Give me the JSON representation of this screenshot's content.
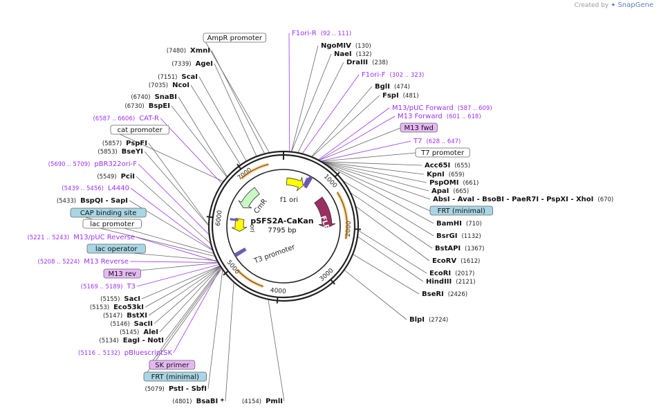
{
  "branding": {
    "created_by": "Created by",
    "app_name": "SnapGene"
  },
  "plasmid": {
    "name": "pSFS2A-CaKan",
    "size_label": "7795 bp",
    "length": 7795
  },
  "colors": {
    "site_line": "#555555",
    "primer": "#9b30ff",
    "feature_purple_fill": "#e6b8f5",
    "feature_blue_fill": "#a9d6e5",
    "cmr": "#c8f7c5",
    "yellow": "#ffff00",
    "flp": "#9c2f62",
    "orange_arc": "#f0a830"
  },
  "ticks": [
    {
      "label": "1000",
      "pos": 1000
    },
    {
      "label": "2000",
      "pos": 2000
    },
    {
      "label": "3000",
      "pos": 3000
    },
    {
      "label": "4000",
      "pos": 4000
    },
    {
      "label": "5000",
      "pos": 5000
    },
    {
      "label": "6000",
      "pos": 6000
    },
    {
      "label": "7000",
      "pos": 7000
    }
  ],
  "inner_features": [
    {
      "label": "CmR",
      "start": 6880,
      "end": 6300,
      "type": "cmr"
    },
    {
      "label": "f1 ori",
      "start": 130,
      "end": 560,
      "type": "yellow"
    },
    {
      "label": "FLP",
      "start": 1150,
      "end": 2050,
      "type": "flp"
    },
    {
      "label": "T3 promoter",
      "start": 5200,
      "end": 4700,
      "type": "text"
    },
    {
      "label": "ori",
      "start": 6000,
      "end": 5500,
      "type": "yellow"
    }
  ],
  "arcs": [
    {
      "start": 6900,
      "end": 7500
    },
    {
      "start": 1250,
      "end": 2200
    },
    {
      "start": 4300,
      "end": 4900
    }
  ],
  "labels": [
    {
      "kind": "box",
      "text": "AmpR promoter",
      "pos": 7560
    },
    {
      "kind": "site",
      "name": "XmnI",
      "coord": "(7480)",
      "pos": 7480
    },
    {
      "kind": "site",
      "name": "AgeI",
      "coord": "(7339)",
      "pos": 7339
    },
    {
      "kind": "site",
      "name": "ScaI",
      "coord": "(7151)",
      "pos": 7151
    },
    {
      "kind": "site",
      "name": "NcoI",
      "coord": "(7035)",
      "pos": 7035
    },
    {
      "kind": "site",
      "name": "SnaBI",
      "coord": "(6740)",
      "pos": 6740
    },
    {
      "kind": "site",
      "name": "BspEI",
      "coord": "(6730)",
      "pos": 6730
    },
    {
      "kind": "primer",
      "name": "CAT-R",
      "coord": "(6587 .. 6606)",
      "pos": 6596
    },
    {
      "kind": "box",
      "text": "cat promoter",
      "pos": 6640
    },
    {
      "kind": "site",
      "name": "PspFI",
      "coord": "(5857)",
      "pos": 5857
    },
    {
      "kind": "site",
      "name": "BseYI",
      "coord": "(5853)",
      "pos": 5853
    },
    {
      "kind": "primer",
      "name": "pBR322ori-F",
      "coord": "(5690 .. 5709)",
      "pos": 5700
    },
    {
      "kind": "site",
      "name": "PciI",
      "coord": "(5549)",
      "pos": 5549
    },
    {
      "kind": "primer",
      "name": "L4440",
      "coord": "(5439 .. 5456)",
      "pos": 5447
    },
    {
      "kind": "site",
      "name": "BspQI  - SapI",
      "coord": "(5433)",
      "pos": 5433
    },
    {
      "kind": "box_blue",
      "text": "CAP binding site",
      "pos": 5380
    },
    {
      "kind": "box",
      "text": "lac promoter",
      "pos": 5330
    },
    {
      "kind": "primer",
      "name": "M13/pUC Reverse",
      "coord": "(5221 .. 5243)",
      "pos": 5232
    },
    {
      "kind": "box_blue",
      "text": "lac operator",
      "pos": 5250
    },
    {
      "kind": "primer",
      "name": "M13 Reverse",
      "coord": "(5208 .. 5224)",
      "pos": 5216
    },
    {
      "kind": "box_purple",
      "text": "M13 rev",
      "pos": 5210
    },
    {
      "kind": "primer",
      "name": "T3",
      "coord": "(5169 .. 5189)",
      "pos": 5179
    },
    {
      "kind": "site",
      "name": "SacI",
      "coord": "(5155)",
      "pos": 5155
    },
    {
      "kind": "site",
      "name": "Eco53kI",
      "coord": "(5153)",
      "pos": 5153
    },
    {
      "kind": "site",
      "name": "BstXI",
      "coord": "(5147)",
      "pos": 5147
    },
    {
      "kind": "site",
      "name": "SacII",
      "coord": "(5146)",
      "pos": 5146
    },
    {
      "kind": "site",
      "name": "AleI",
      "coord": "(5145)",
      "pos": 5145
    },
    {
      "kind": "site",
      "name": "EagI  - NotI",
      "coord": "(5134)",
      "pos": 5134
    },
    {
      "kind": "primer",
      "name": "pBluescriptSK",
      "coord": "(5116 .. 5132)",
      "pos": 5124
    },
    {
      "kind": "box_purple",
      "text": "SK primer",
      "pos": 5120
    },
    {
      "kind": "box_blue",
      "text": "FRT (minimal)",
      "pos": 5100
    },
    {
      "kind": "site",
      "name": "PstI  - SbfI",
      "coord": "(5079)",
      "pos": 5079
    },
    {
      "kind": "site",
      "name": "BsaBI *",
      "coord": "(4801)",
      "pos": 4801
    },
    {
      "kind": "site",
      "name": "PmlI",
      "coord": "(4154)",
      "pos": 4154
    },
    {
      "kind": "site",
      "name": "BlpI",
      "coord": "(2724)",
      "pos": 2724
    },
    {
      "kind": "site",
      "name": "BseRI",
      "coord": "(2426)",
      "pos": 2426
    },
    {
      "kind": "site",
      "name": "HindIII",
      "coord": "(2121)",
      "pos": 2121
    },
    {
      "kind": "site",
      "name": "EcoRI",
      "coord": "(2017)",
      "pos": 2017
    },
    {
      "kind": "site",
      "name": "EcoRV",
      "coord": "(1612)",
      "pos": 1612
    },
    {
      "kind": "site",
      "name": "BstAPI",
      "coord": "(1367)",
      "pos": 1367
    },
    {
      "kind": "site",
      "name": "BsrGI",
      "coord": "(1132)",
      "pos": 1132
    },
    {
      "kind": "site",
      "name": "BamHI",
      "coord": "(710)",
      "pos": 710
    },
    {
      "kind": "box_blue",
      "text": "FRT (minimal)",
      "pos": 690
    },
    {
      "kind": "site",
      "name": "AbsI  - AvaI  - BsoBI  - PaeR7I  - PspXI  - XhoI",
      "coord": "(670)",
      "pos": 670
    },
    {
      "kind": "site",
      "name": "ApaI",
      "coord": "(665)",
      "pos": 665
    },
    {
      "kind": "site",
      "name": "PspOMI",
      "coord": "(661)",
      "pos": 661
    },
    {
      "kind": "site",
      "name": "KpnI",
      "coord": "(659)",
      "pos": 659
    },
    {
      "kind": "site",
      "name": "Acc65I",
      "coord": "(655)",
      "pos": 655
    },
    {
      "kind": "box",
      "text": "T7 promoter",
      "pos": 645
    },
    {
      "kind": "primer",
      "name": "T7",
      "coord": "(628 .. 647)",
      "pos": 638
    },
    {
      "kind": "box_purple",
      "text": "M13 fwd",
      "pos": 612
    },
    {
      "kind": "primer",
      "name": "M13 Forward",
      "coord": "(601 .. 618)",
      "pos": 610
    },
    {
      "kind": "primer",
      "name": "M13/pUC Forward",
      "coord": "(587 .. 609)",
      "pos": 598
    },
    {
      "kind": "site",
      "name": "FspI",
      "coord": "(481)",
      "pos": 481
    },
    {
      "kind": "site",
      "name": "BglI",
      "coord": "(474)",
      "pos": 474
    },
    {
      "kind": "primer",
      "name": "F1ori-F",
      "coord": "(302 .. 323)",
      "pos": 312
    },
    {
      "kind": "site",
      "name": "DraIII",
      "coord": "(238)",
      "pos": 238
    },
    {
      "kind": "site",
      "name": "NaeI",
      "coord": "(132)",
      "pos": 132
    },
    {
      "kind": "site",
      "name": "NgoMIV",
      "coord": "(130)",
      "pos": 130
    },
    {
      "kind": "primer",
      "name": "F1ori-R",
      "coord": "(92 .. 111)",
      "pos": 101
    }
  ]
}
